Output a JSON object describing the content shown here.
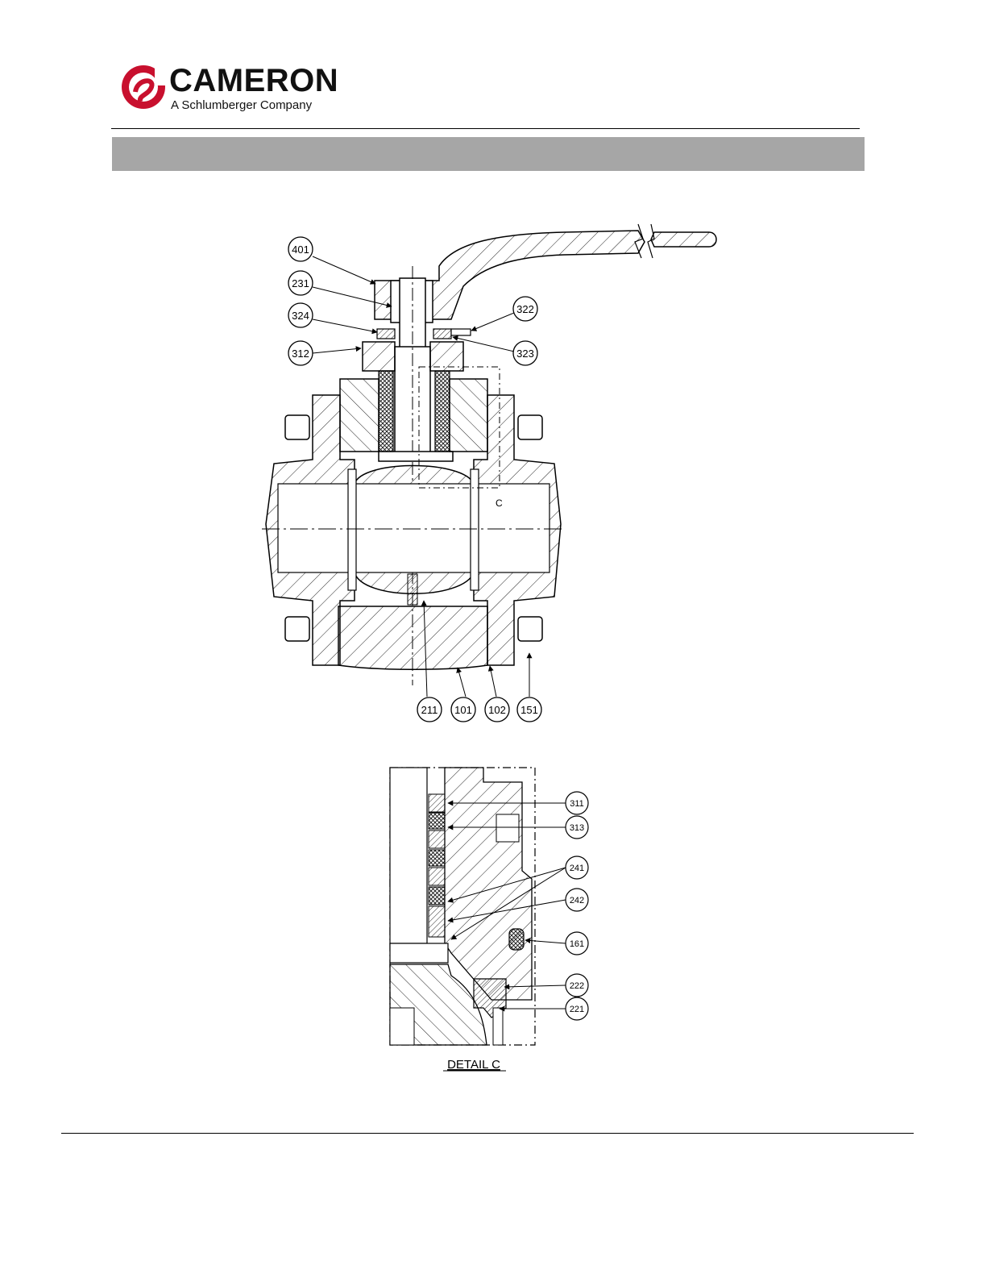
{
  "header": {
    "brand_name": "CAMERON",
    "brand_tagline": "A Schlumberger Company",
    "brand_color": "#c8102e",
    "title_bar_color": "#a6a6a6"
  },
  "valve_drawing": {
    "callouts": [
      "401",
      "231",
      "324",
      "312",
      "322",
      "323",
      "211",
      "101",
      "102",
      "151"
    ],
    "detail_marker": "C"
  },
  "detail_drawing": {
    "callouts": [
      "311",
      "313",
      "241",
      "242",
      "161",
      "222",
      "221"
    ],
    "caption": "DETAIL  C"
  }
}
